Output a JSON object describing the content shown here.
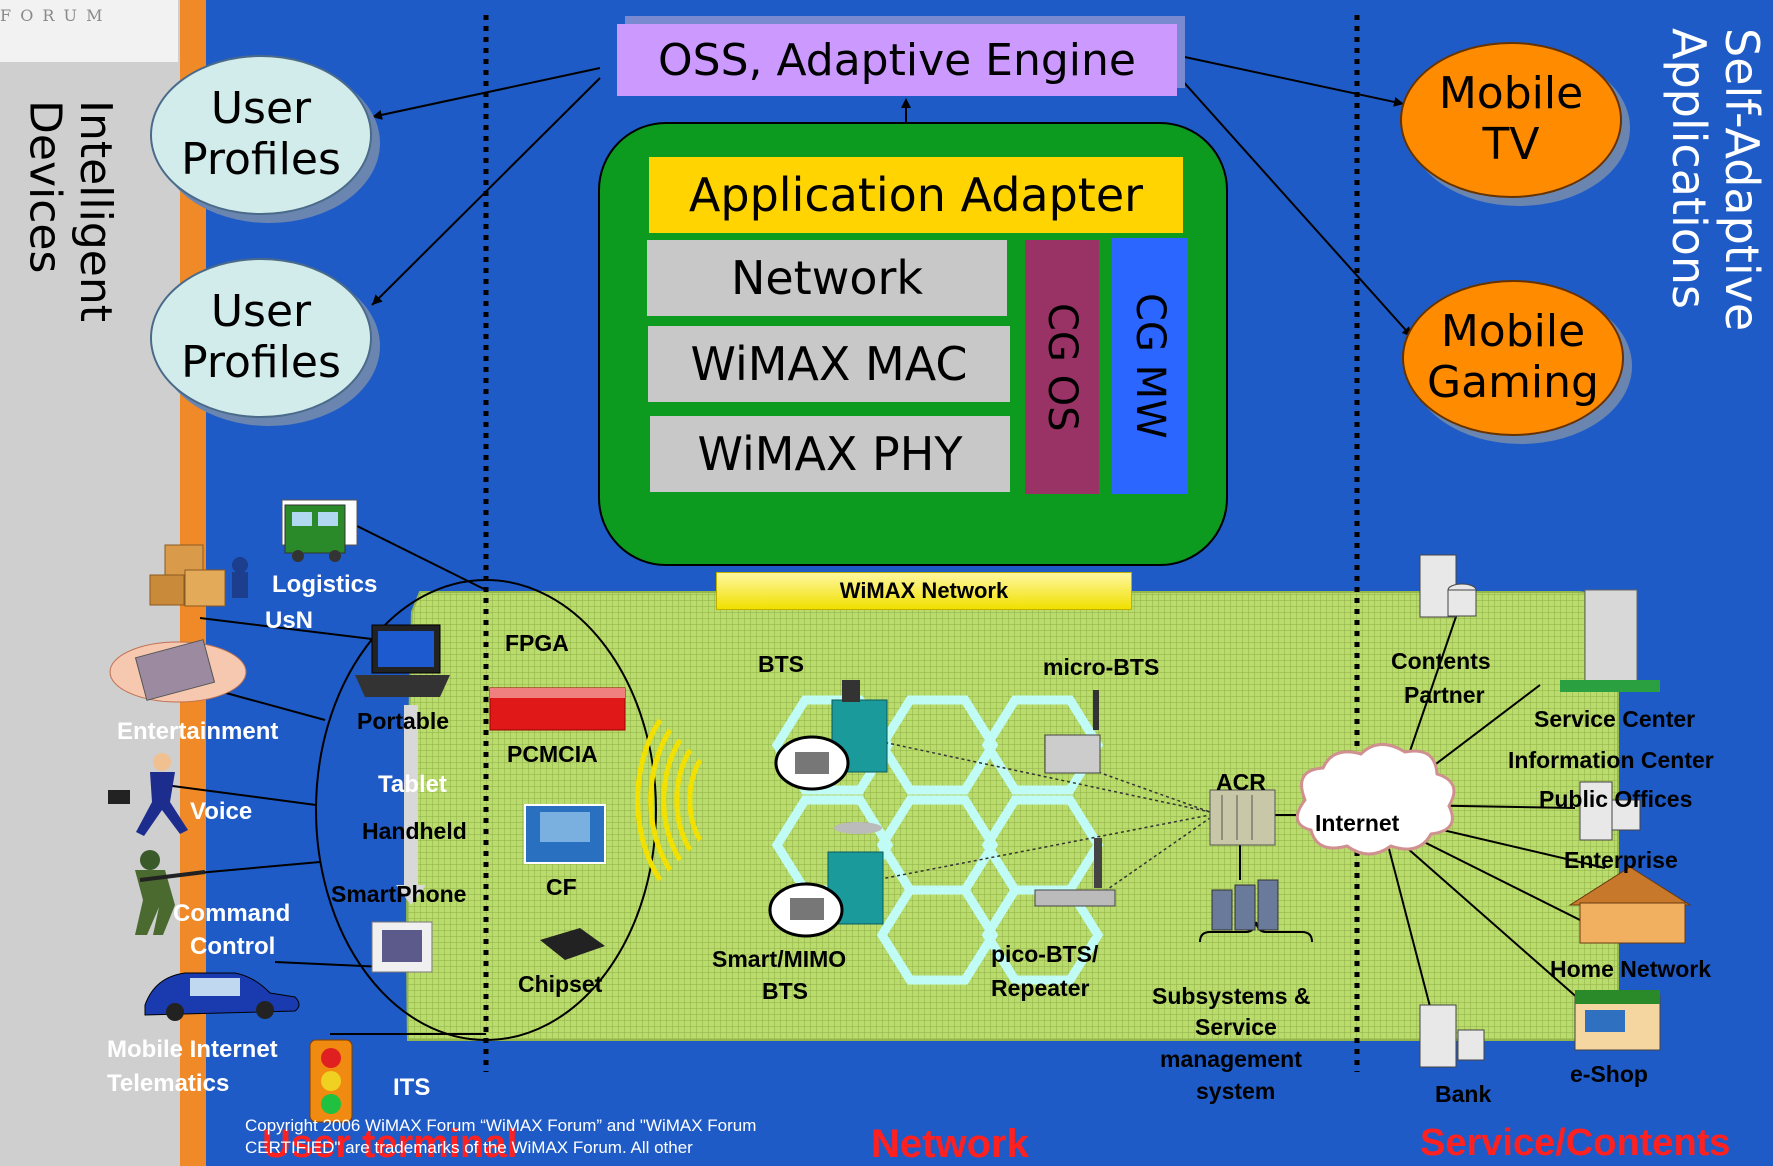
{
  "colors": {
    "background": "#1f5bc6",
    "left_strip": "#cfcfcf",
    "orange_bar": "#f08a28",
    "green_box": "#0c9a1f",
    "adapter": "#ffd400",
    "oss": "#cc99ff",
    "profile": "#d2ecec",
    "service": "#ff8c00",
    "cg_os": "#993366",
    "cg_mw": "#2a66ff",
    "mesh": "#b9dc6d",
    "red_label": "#ff2020",
    "grey_block": "#c8c8c8"
  },
  "logo": {
    "text": "F O R U M"
  },
  "left_panel": {
    "title_line1": "Intelligent",
    "title_line2": "Devices"
  },
  "right_panel": {
    "title_line1": "Self-Adaptive",
    "title_line2": "Applications"
  },
  "top": {
    "oss": "OSS, Adaptive Engine",
    "profile1_line1": "User",
    "profile1_line2": "Profiles",
    "profile2_line1": "User",
    "profile2_line2": "Profiles",
    "mobile_tv_line1": "Mobile",
    "mobile_tv_line2": "TV",
    "mobile_gaming_line1": "Mobile",
    "mobile_gaming_line2": "Gaming"
  },
  "stack": {
    "adapter": "Application Adapter",
    "network": "Network",
    "mac": "WiMAX MAC",
    "phy": "WiMAX PHY",
    "cg_os": "CG OS",
    "cg_mw": "CG MW"
  },
  "wimax_network": "WiMAX Network",
  "devices": {
    "logistics": "Logistics",
    "usn": "UsN",
    "entertainment": "Entertainment",
    "voice": "Voice",
    "command": "Command",
    "control": "Control",
    "mobile_internet": "Mobile Internet",
    "telematics": "Telematics",
    "its": "ITS",
    "portable": "Portable",
    "tablet": "Tablet",
    "handheld": "Handheld",
    "smartphone": "SmartPhone",
    "fpga": "FPGA",
    "pcmcia": "PCMCIA",
    "cf": "CF",
    "chipset": "Chipset"
  },
  "network": {
    "bts": "BTS",
    "micro_bts": "micro-BTS",
    "smart_mimo": "Smart/MIMO",
    "smart_bts": "BTS",
    "pico_bts": "pico-BTS/",
    "repeater": "Repeater",
    "acr": "ACR",
    "internet": "Internet",
    "subsystems1": "Subsystems &",
    "subsystems2": "Service",
    "subsystems3": "management",
    "subsystems4": "system"
  },
  "services": {
    "contents1": "Contents",
    "contents2": "Partner",
    "service_center": "Service Center",
    "information_center": "Information Center",
    "public_offices": "Public Offices",
    "enterprise": "Enterprise",
    "home_network": "Home Network",
    "e_shop": "e-Shop",
    "bank": "Bank"
  },
  "bottom": {
    "user_terminal": "User terminal",
    "network": "Network",
    "service_contents": "Service/Contents",
    "copyright1": "Copyright 2006 WiMAX Forum  “WiMAX Forum” and \"WiMAX Forum",
    "copyright2": "CERTIFIED\" are trademarks of the WiMAX Forum.  All other"
  }
}
